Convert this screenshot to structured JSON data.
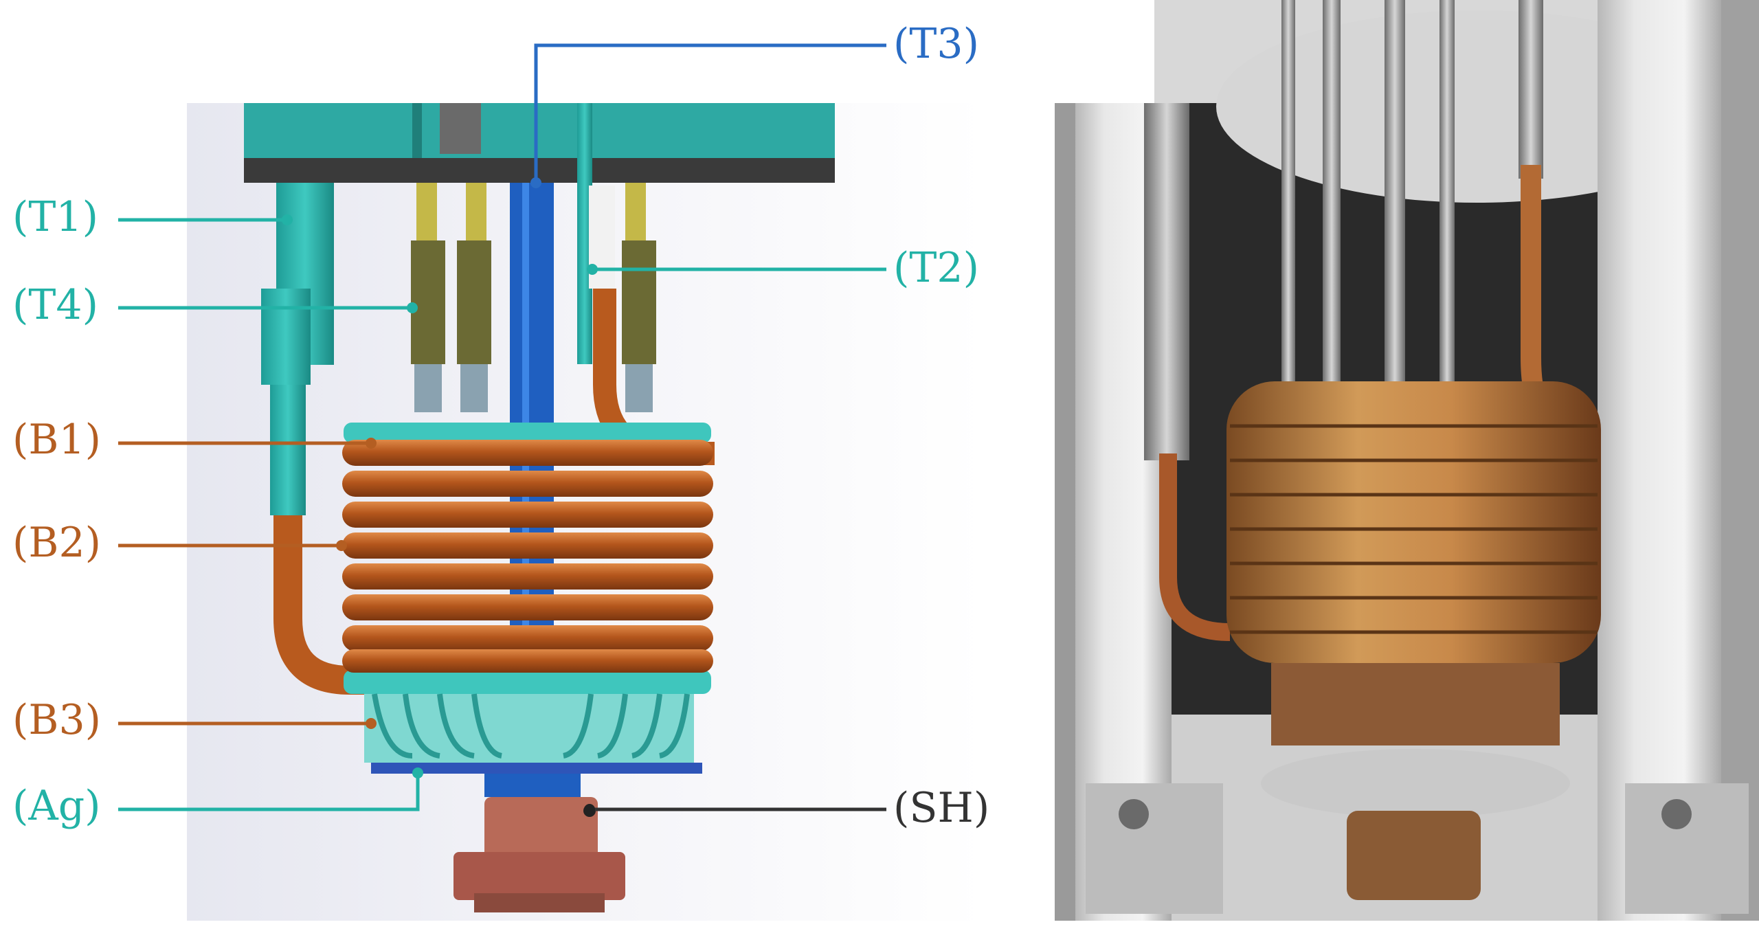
{
  "labels": {
    "t1": "(T1)",
    "t2": "(T2)",
    "t3": "(T3)",
    "t4": "(T4)",
    "b1": "(B1)",
    "b2": "(B2)",
    "b3": "(B3)",
    "ag": "(Ag)",
    "sh": "(SH)"
  },
  "colors": {
    "teal": "#22b2a6",
    "brown": "#b45e22",
    "blue": "#2a6cc4",
    "black": "#333333",
    "copper": "#c8692a",
    "dark_plate": "#3a3a3a"
  }
}
